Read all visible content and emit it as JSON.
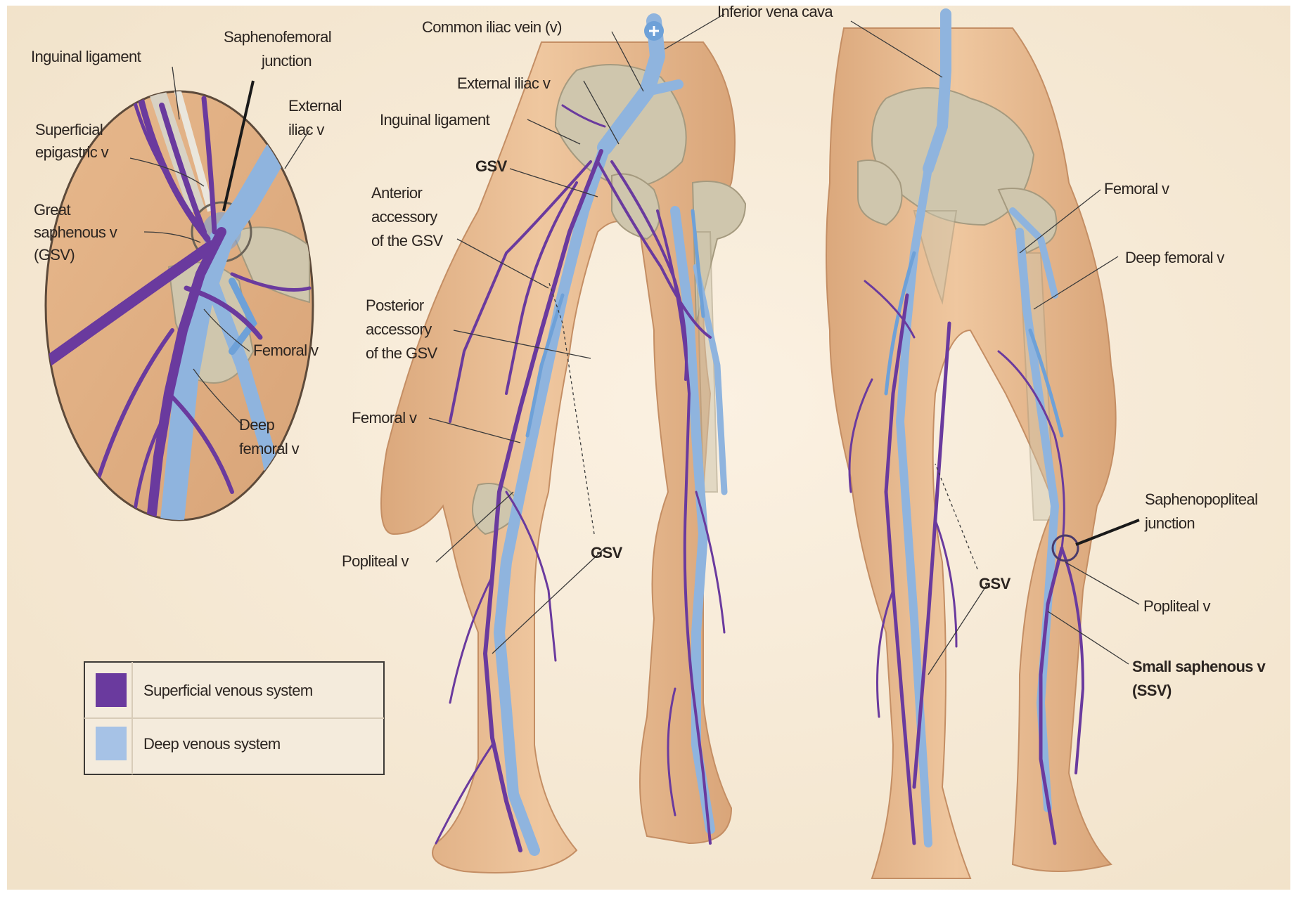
{
  "labels": {
    "inset_inguinal_ligament": "Inguinal ligament",
    "inset_saphenofemoral_1": "Saphenofemoral",
    "inset_saphenofemoral_2": "junction",
    "inset_external_iliac_1": "External",
    "inset_external_iliac_2": "iliac v",
    "inset_superficial_epigastric_1": "Superficial",
    "inset_superficial_epigastric_2": "epigastric v",
    "inset_great_saphenous_1": "Great",
    "inset_great_saphenous_2": "saphenous v",
    "inset_great_saphenous_3": "(GSV)",
    "inset_femoral": "Femoral v",
    "inset_deep_femoral_1": "Deep",
    "inset_deep_femoral_2": "femoral v",
    "common_iliac": "Common iliac vein (v)",
    "inferior_vena_cava": "Inferior vena cava",
    "external_iliac": "External iliac v",
    "inguinal_ligament": "Inguinal ligament",
    "gsv_top": "GSV",
    "anterior_accessory_1": "Anterior",
    "anterior_accessory_2": "accessory",
    "anterior_accessory_3": "of the GSV",
    "posterior_accessory_1": "Posterior",
    "posterior_accessory_2": "accessory",
    "posterior_accessory_3": "of the GSV",
    "femoral_front": "Femoral v",
    "popliteal_front": "Popliteal v",
    "gsv_front_lower": "GSV",
    "femoral_back": "Femoral v",
    "deep_femoral_back": "Deep femoral v",
    "saphenopopliteal_1": "Saphenopopliteal",
    "saphenopopliteal_2": "junction",
    "popliteal_back": "Popliteal v",
    "small_saphenous_1": "Small saphenous v",
    "small_saphenous_2": "(SSV)",
    "gsv_back": "GSV"
  },
  "legend": {
    "superficial": "Superficial venous system",
    "deep": "Deep venous system"
  },
  "colors": {
    "superficial_vein": "#6a3a9e",
    "deep_vein": "#8fb4de",
    "skin": "#e9bd92",
    "background": "#f6ead6"
  },
  "icons": {
    "plus": "add-circle-icon"
  }
}
